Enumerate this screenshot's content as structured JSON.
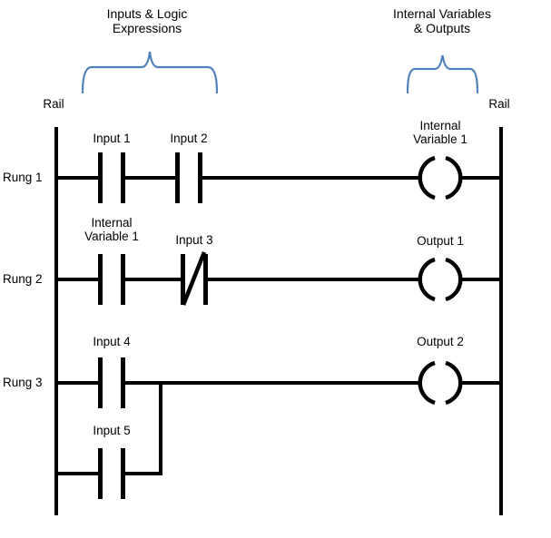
{
  "colors": {
    "line": "#000000",
    "brace": "#4F81BD"
  },
  "annotations": {
    "left_group": {
      "line1": "Inputs & Logic",
      "line2": "Expressions"
    },
    "right_group": {
      "line1": "Internal Variables",
      "line2": "& Outputs"
    }
  },
  "rails": {
    "left": "Rail",
    "right": "Rail"
  },
  "rungs": [
    {
      "label": "Rung 1",
      "contacts": [
        {
          "name": "Input 1",
          "type": "normally-open"
        },
        {
          "name": "Input 2",
          "type": "normally-open"
        }
      ],
      "coil": {
        "name": "Internal Variable 1"
      }
    },
    {
      "label": "Rung 2",
      "contacts": [
        {
          "name": "Internal Variable 1",
          "type": "normally-open"
        },
        {
          "name": "Input 3",
          "type": "normally-closed"
        }
      ],
      "coil": {
        "name": "Output 1"
      }
    },
    {
      "label": "Rung 3",
      "contacts": [
        {
          "name": "Input 4",
          "type": "normally-open"
        }
      ],
      "parallel_branch": {
        "contact": {
          "name": "Input 5",
          "type": "normally-open"
        }
      },
      "coil": {
        "name": "Output 2"
      }
    }
  ]
}
